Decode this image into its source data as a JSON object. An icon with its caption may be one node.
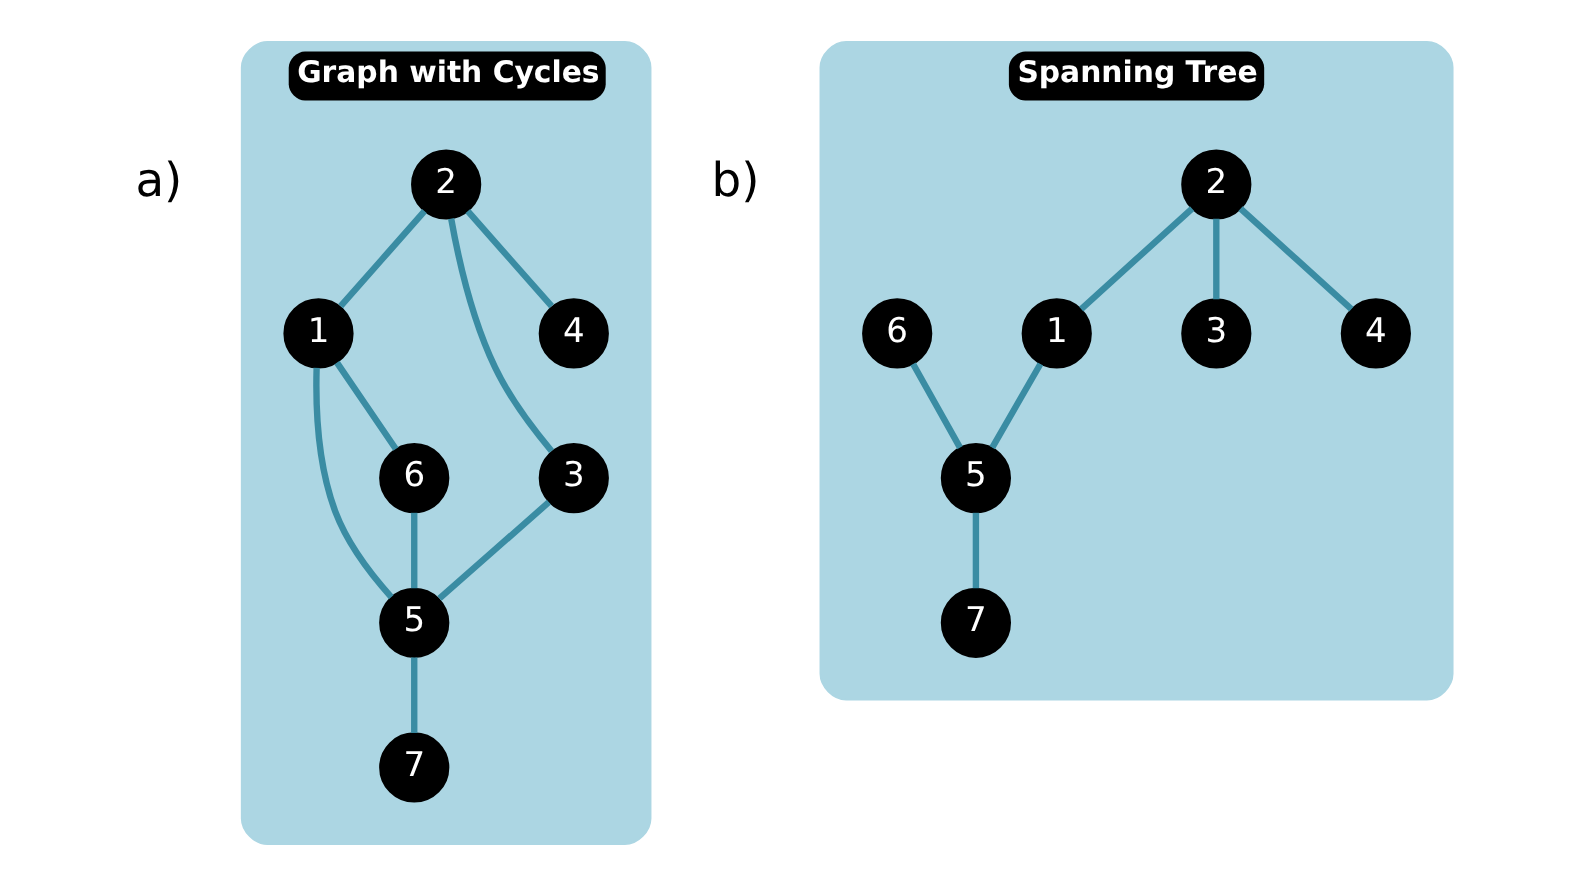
{
  "diagram": {
    "nodes": [
      {
        "text": [
          "Graph with Cycles"
        ]
      },
      {
        "text": [
          "1"
        ],
        "in": 0
      },
      {
        "text": [
          "2"
        ],
        "in": 0
      },
      {
        "text": [
          "3"
        ],
        "in": 0
      },
      {
        "text": [
          "4"
        ],
        "in": 0
      },
      {
        "text": [
          "5"
        ],
        "in": 0
      },
      {
        "text": [
          "6"
        ],
        "in": 0
      },
      {
        "text": [
          "7"
        ],
        "in": 0
      },
      {
        "text": [
          "Spanning Tree"
        ]
      },
      {
        "text": [
          "1"
        ],
        "in": 8
      },
      {
        "text": [
          "2"
        ],
        "in": 8
      },
      {
        "text": [
          "3"
        ],
        "in": 8
      },
      {
        "text": [
          "4"
        ],
        "in": 8
      },
      {
        "text": [
          "5"
        ],
        "in": 8
      },
      {
        "text": [
          "6"
        ],
        "in": 8
      },
      {
        "text": [
          "7"
        ],
        "in": 8
      }
    ],
    "edges": [
      {
        "from": 1,
        "to": 6,
        "arrow": "none"
      },
      {
        "from": 2,
        "to": 1,
        "arrow": "none"
      },
      {
        "from": 1,
        "to": 5,
        "arrow": "none"
      },
      {
        "from": 6,
        "to": 5,
        "arrow": "none"
      },
      {
        "from": 2,
        "to": 3,
        "arrow": "none"
      },
      {
        "from": 3,
        "to": 5,
        "arrow": "none"
      },
      {
        "from": 2,
        "to": 4,
        "arrow": "none"
      },
      {
        "from": 5,
        "to": 7,
        "arrow": "none"
      },
      {
        "from": 10,
        "to": 9,
        "arrow": "none"
      },
      {
        "from": 9,
        "to": 13,
        "arrow": "none"
      },
      {
        "from": 14,
        "to": 13,
        "arrow": "none"
      },
      {
        "from": 10,
        "to": 11,
        "arrow": "none"
      },
      {
        "from": 10,
        "to": 12,
        "arrow": "none"
      },
      {
        "from": 13,
        "to": 15,
        "arrow": "none"
      }
    ],
    "labels": [
      "a)",
      "b)"
    ]
  }
}
